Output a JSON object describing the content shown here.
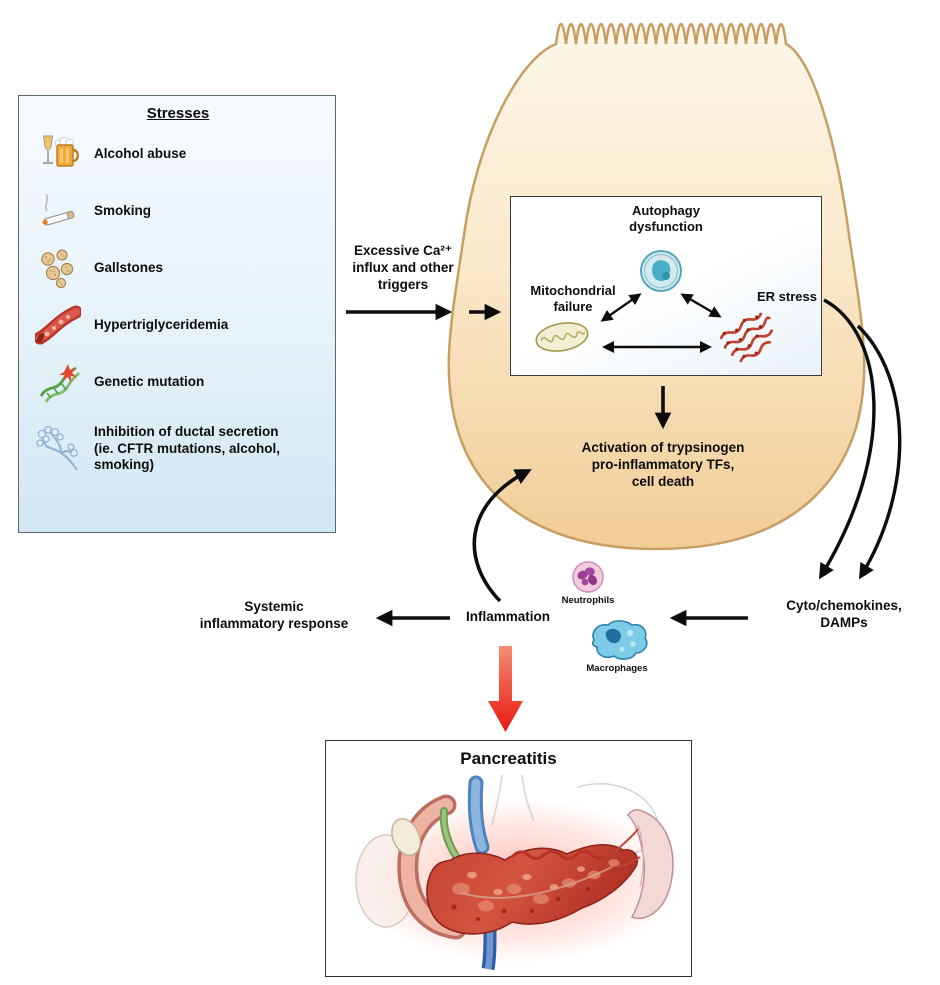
{
  "stresses": {
    "title": "Stresses",
    "items": [
      {
        "icon": "alcohol-icon",
        "label": "Alcohol abuse"
      },
      {
        "icon": "cigarette-icon",
        "label": "Smoking"
      },
      {
        "icon": "gallstones-icon",
        "label": "Gallstones"
      },
      {
        "icon": "blood-vessel-icon",
        "label": "Hypertriglyceridemia"
      },
      {
        "icon": "dna-mutation-icon",
        "label": "Genetic mutation"
      },
      {
        "icon": "duct-tree-icon",
        "label": "Inhibition of ductal secretion\n(ie. CFTR mutations, alcohol,\nsmoking)"
      }
    ]
  },
  "trigger": {
    "label": "Excessive Ca²⁺\ninflux and other\ntriggers"
  },
  "cell": {
    "organelles": {
      "autophagy": "Autophagy\ndysfunction",
      "mitochondrial": "Mitochondrial\nfailure",
      "er": "ER stress"
    },
    "activation": "Activation of trypsinogen\npro-inflammatory TFs,\ncell death"
  },
  "downstream": {
    "cytokines": "Cyto/chemokines,\nDAMPs",
    "inflammation": "Inflammation",
    "neutrophils": "Neutrophils",
    "macrophages": "Macrophages",
    "systemic": "Systemic\ninflammatory response"
  },
  "outcome": {
    "title": "Pancreatitis"
  },
  "colors": {
    "cell_fill": "#f1cd97",
    "panel_blue": "#d2e7f3",
    "red_arrow": "#e81810",
    "pancreas_red": "#c84434",
    "arrow_black": "#0d0d0d"
  }
}
